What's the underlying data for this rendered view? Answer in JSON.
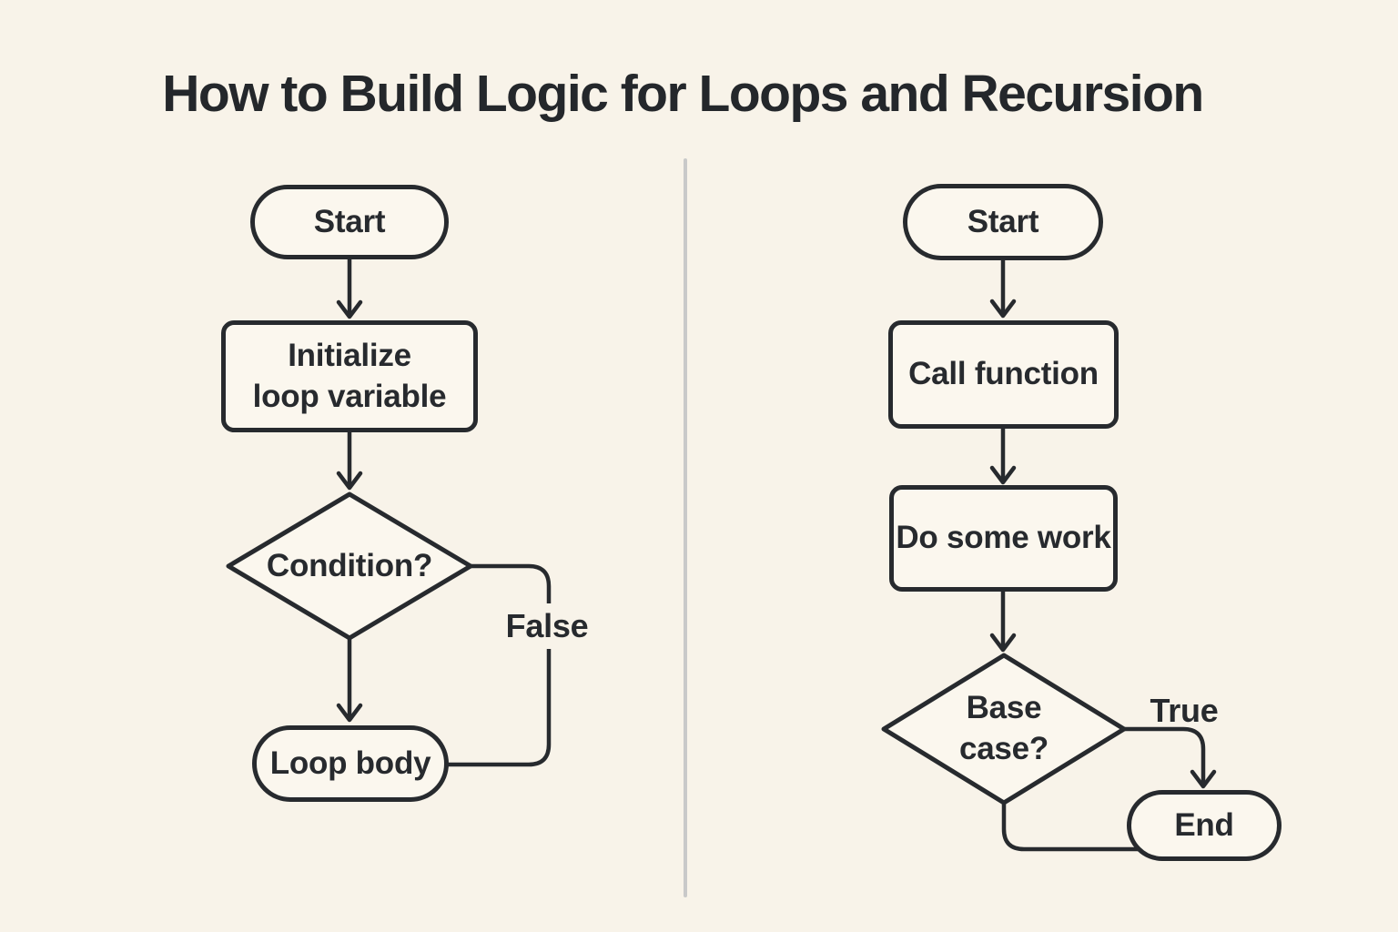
{
  "title": "How to Build Logic for Loops and Recursion",
  "colors": {
    "background": "#f8f3e9",
    "node_fill": "#fbf7ee",
    "stroke": "#272a2e",
    "text": "#272a2e",
    "divider": "#c9c9c9"
  },
  "left_chart": {
    "nodes": [
      {
        "id": "start",
        "shape": "terminator",
        "label": "Start"
      },
      {
        "id": "initialize",
        "shape": "process",
        "label": "Initialize\nloop variable"
      },
      {
        "id": "condition",
        "shape": "decision",
        "label": "Condition?"
      },
      {
        "id": "loop_body",
        "shape": "terminator",
        "label": "Loop body"
      }
    ],
    "edge_labels": {
      "false_branch": "False"
    }
  },
  "right_chart": {
    "nodes": [
      {
        "id": "start",
        "shape": "terminator",
        "label": "Start"
      },
      {
        "id": "call_function",
        "shape": "process",
        "label": "Call function"
      },
      {
        "id": "do_some_work",
        "shape": "process",
        "label": "Do some work"
      },
      {
        "id": "base_case",
        "shape": "decision",
        "label": "Base\ncase?"
      },
      {
        "id": "end",
        "shape": "terminator",
        "label": "End"
      }
    ],
    "edge_labels": {
      "true_branch": "True"
    }
  }
}
